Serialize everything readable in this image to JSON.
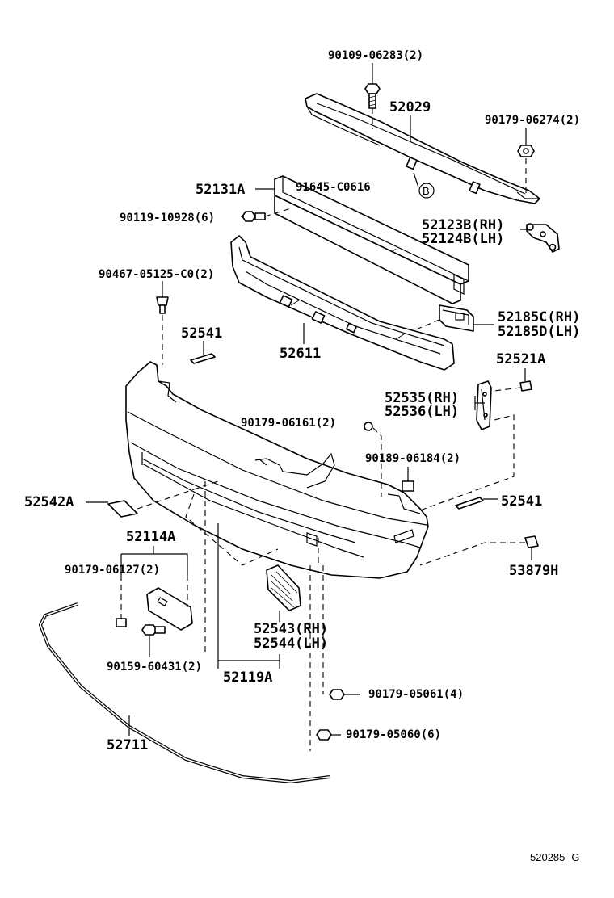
{
  "labels": {
    "p90109": "90109-06283(2)",
    "p52029": "52029",
    "p90179_06274": "90179-06274(2)",
    "p52131A": "52131A",
    "p91645": "91645-C0616",
    "circleB": "B",
    "p90119": "90119-10928(6)",
    "p52123B": "52123B(RH)",
    "p52124B": "52124B(LH)",
    "p90467": "90467-05125-C0(2)",
    "p52185C": "52185C(RH)",
    "p52185D": "52185D(LH)",
    "p52541_top": "52541",
    "p52611": "52611",
    "p52521A": "52521A",
    "p52535": "52535(RH)",
    "p52536": "52536(LH)",
    "p90179_06161": "90179-06161(2)",
    "p90189": "90189-06184(2)",
    "p52542A": "52542A",
    "p52541_right": "52541",
    "p52114A": "52114A",
    "p90179_06127": "90179-06127(2)",
    "p53879H": "53879H",
    "p52543": "52543(RH)",
    "p52544": "52544(LH)",
    "p90159": "90159-60431(2)",
    "p52119A": "52119A",
    "p90179_05061": "90179-05061(4)",
    "p90179_05060": "90179-05060(6)",
    "p52711": "52711"
  },
  "footer": {
    "code": "520285- G"
  }
}
